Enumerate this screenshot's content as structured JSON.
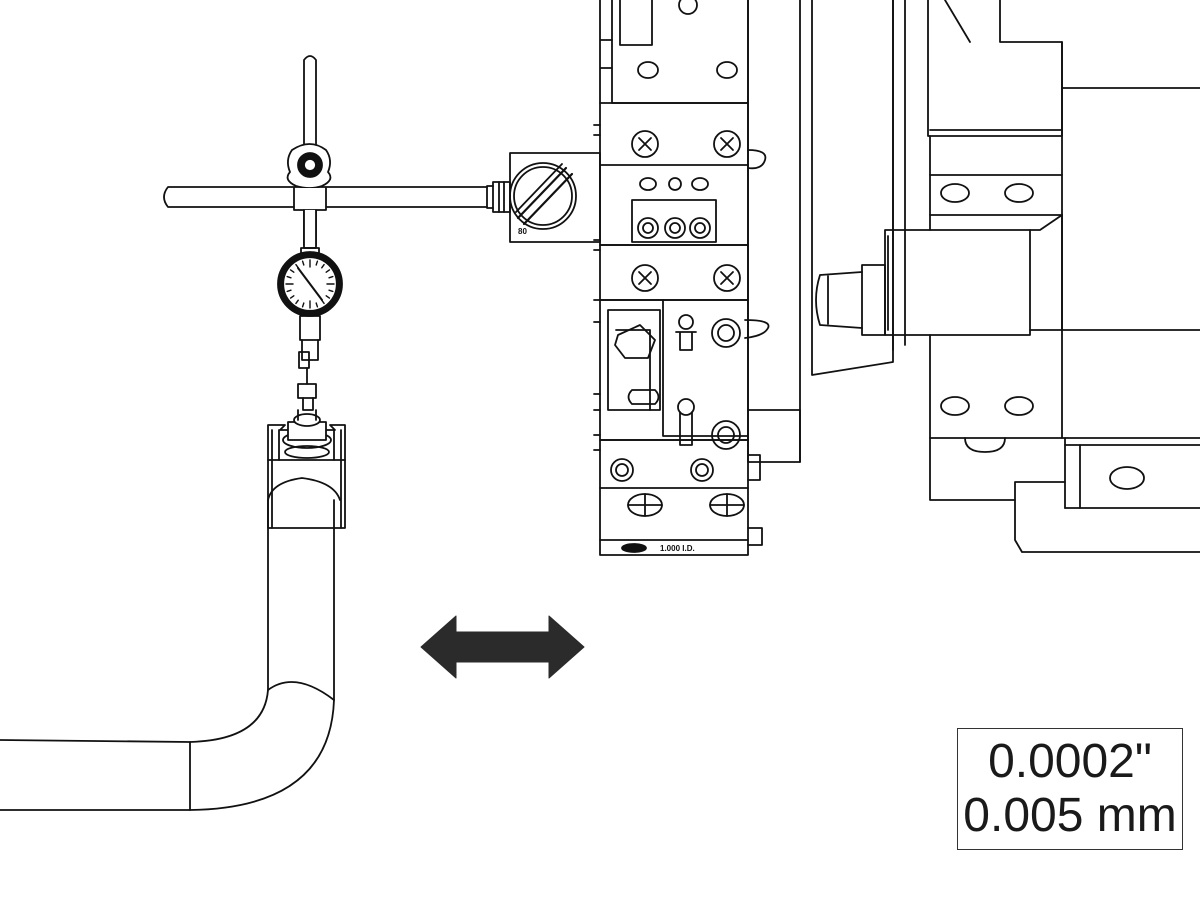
{
  "tolerance": {
    "imperial": "0.0002\"",
    "metric": "0.005 mm"
  },
  "block_marking": "1.000 I.D.",
  "movement_indicator": "double-arrow-icon",
  "colors": {
    "line": "#111111",
    "arrow": "#2b2b2b",
    "background": "#ffffff"
  }
}
